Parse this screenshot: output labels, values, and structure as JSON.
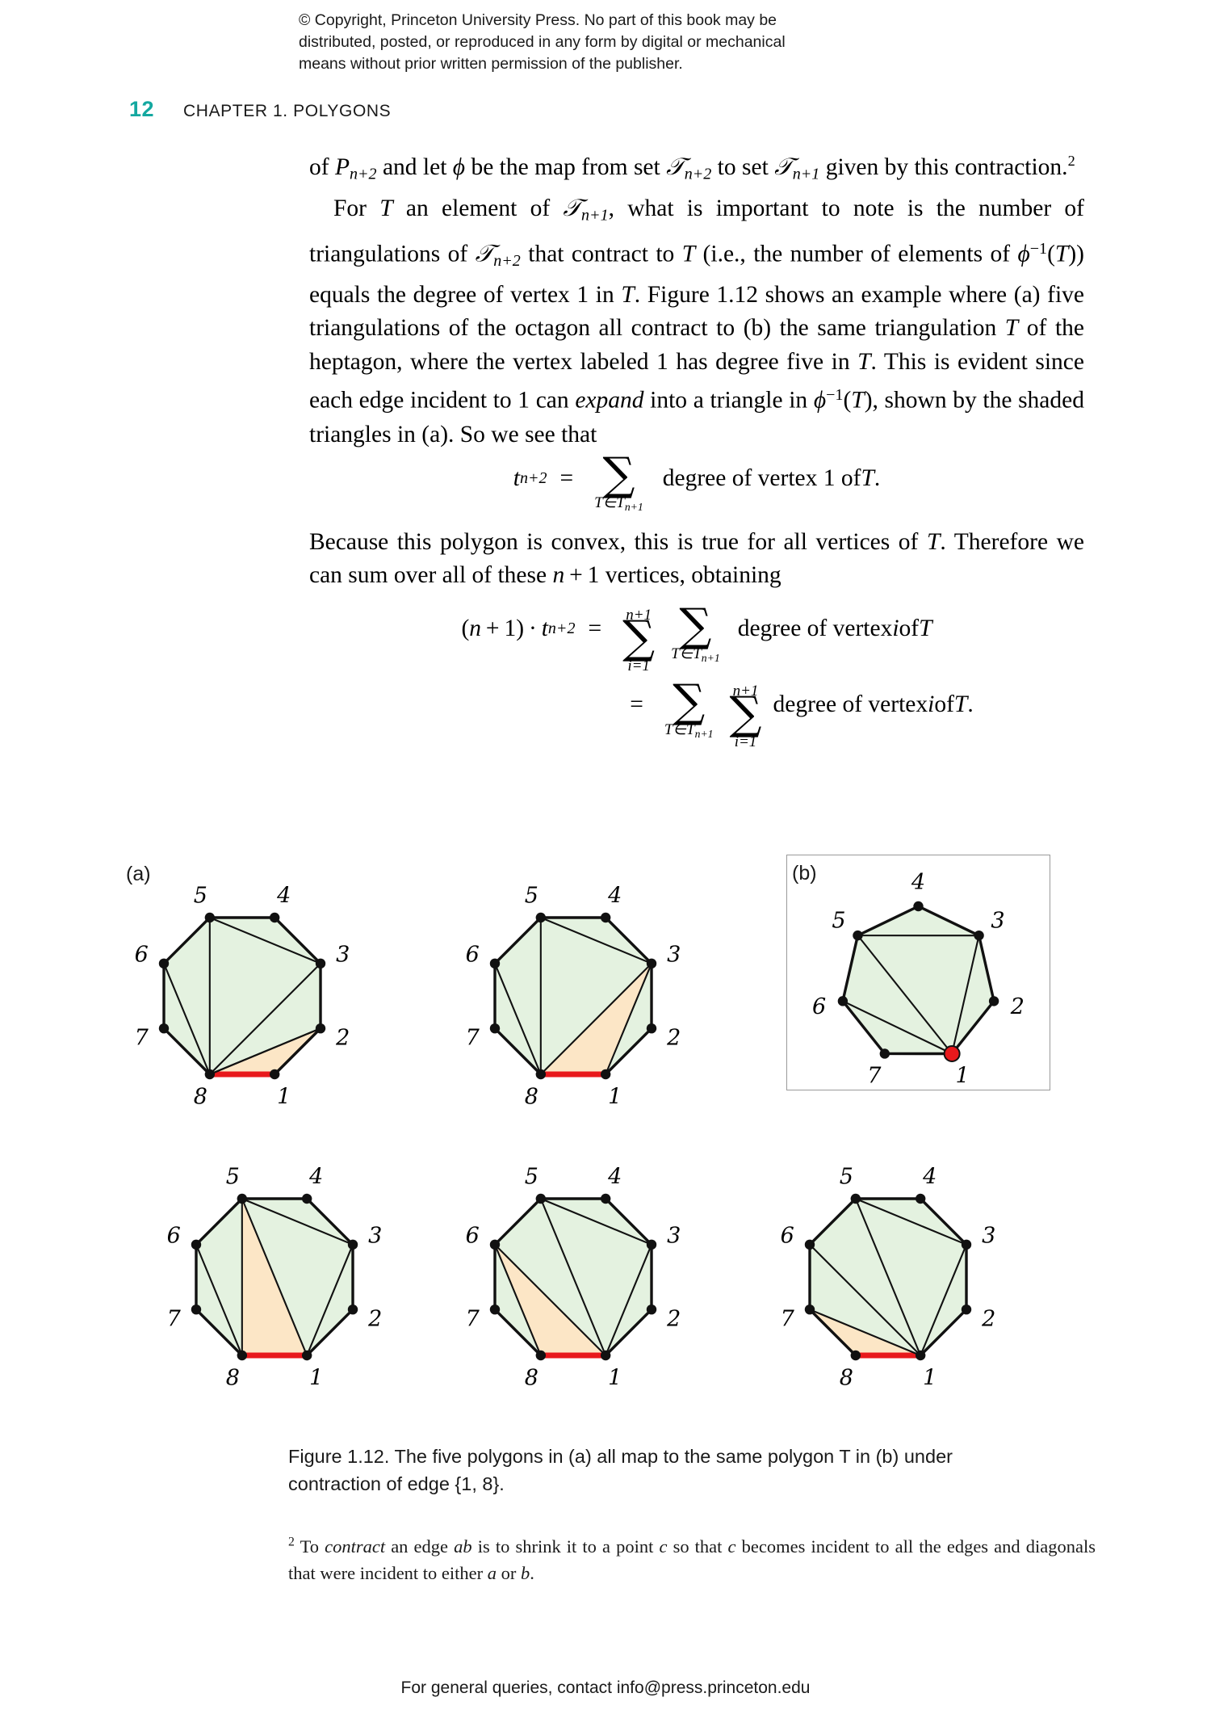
{
  "copyright": {
    "line1": "© Copyright, Princeton University Press. No part of this book may be",
    "line2": "distributed, posted, or reproduced in any form by digital or mechanical",
    "line3": "means without prior written permission of the publisher."
  },
  "header": {
    "folio": "12",
    "chapter_title": "CHAPTER 1. POLYGONS",
    "folio_color": "#14a8a0"
  },
  "body": {
    "para1_a": "of P",
    "para1_sub1": "n+2",
    "para1_b": " and let ϕ be the map from set ",
    "para1_cal1": "T",
    "para1_sub2": "n+2",
    "para1_c": " to set ",
    "para1_cal2": "T",
    "para1_sub3": "n+1",
    "para1_d": " given by this contraction.",
    "para1_fn": "2",
    "para2": "For T an element of Tn+1, what is important to note is the number of triangulations of Tn+2 that contract to T (i.e., the number of elements of ϕ−1(T)) equals the degree of vertex 1 in T. Figure 1.12 shows an example where (a) five triangulations of the octagon all contract to (b) the same triangulation T of the heptagon, where the vertex labeled 1 has degree five in T. This is evident since each edge incident to 1 can expand into a triangle in ϕ−1(T), shown by the shaded triangles in (a). So we see that",
    "para3": "Because this polygon is convex, this is true for all vertices of T. Therefore we can sum over all of these n + 1 vertices, obtaining"
  },
  "equations": {
    "eq1": {
      "lhs": "t",
      "lhs_sub": "n+2",
      "rel": "=",
      "sum_lower": "T∈T",
      "sum_lower_sub": "n+1",
      "rhs": "degree of vertex 1 of T."
    },
    "eq2": {
      "lhs": "(n + 1) · t",
      "lhs_sub": "n+2",
      "rel": "=",
      "sum1_upper": "n+1",
      "sum1_lower": "i=1",
      "sum2_lower": "T∈T",
      "sum2_lower_sub": "n+1",
      "rhs": "degree of vertex i of T"
    },
    "eq3": {
      "rel": "=",
      "sum1_lower": "T∈T",
      "sum1_lower_sub": "n+1",
      "sum2_upper": "n+1",
      "sum2_lower": "i=1",
      "rhs": "degree of vertex i of T."
    }
  },
  "figure": {
    "caption_line1": "Figure 1.12.  The five polygons in (a) all map to the same polygon T in (b) under",
    "caption_line2": "contraction of edge {1, 8}.",
    "panel_a_label": "(a)",
    "panel_b_label": "(b)",
    "colors": {
      "green_fill": "#e4f2e0",
      "orange_fill": "#fce6c6",
      "edge": "#111111",
      "red_edge": "#e8191c",
      "red_vertex": "#e8191c",
      "panel_border": "#9a9a9a"
    },
    "octagon_labels": [
      "1",
      "2",
      "3",
      "4",
      "5",
      "6",
      "7",
      "8"
    ],
    "heptagon_labels": [
      "1",
      "2",
      "3",
      "4",
      "5",
      "6",
      "7"
    ],
    "contracted_edge": "{1, 8}",
    "octagons": [
      {
        "id": "octagon-1",
        "shaded_triangle": [
          8,
          1,
          2
        ],
        "diagonals": [
          [
            8,
            2
          ],
          [
            8,
            3
          ],
          [
            8,
            5
          ],
          [
            5,
            3
          ],
          [
            6,
            8
          ],
          [
            2,
            8
          ]
        ],
        "triangles": [
          [
            8,
            1,
            2
          ],
          [
            8,
            2,
            3
          ],
          [
            8,
            3,
            5
          ],
          [
            3,
            4,
            5
          ],
          [
            5,
            6,
            8
          ],
          [
            6,
            7,
            8
          ]
        ]
      },
      {
        "id": "octagon-2",
        "shaded_triangle": [
          8,
          1,
          3
        ],
        "diagonals": [
          [
            8,
            3
          ],
          [
            1,
            3
          ],
          [
            8,
            5
          ],
          [
            5,
            3
          ],
          [
            6,
            8
          ]
        ],
        "triangles": [
          [
            8,
            1,
            3
          ],
          [
            1,
            2,
            3
          ],
          [
            8,
            3,
            5
          ],
          [
            3,
            4,
            5
          ],
          [
            5,
            6,
            8
          ],
          [
            6,
            7,
            8
          ]
        ]
      },
      {
        "id": "octagon-3",
        "shaded_triangle": [
          8,
          1,
          5
        ],
        "diagonals": [
          [
            8,
            5
          ],
          [
            1,
            5
          ],
          [
            1,
            3
          ],
          [
            3,
            5
          ],
          [
            6,
            8
          ]
        ],
        "triangles": [
          [
            8,
            1,
            5
          ],
          [
            1,
            3,
            5
          ],
          [
            1,
            2,
            3
          ],
          [
            3,
            4,
            5
          ],
          [
            5,
            6,
            8
          ],
          [
            6,
            7,
            8
          ]
        ]
      },
      {
        "id": "octagon-4",
        "shaded_triangle": [
          8,
          1,
          6
        ],
        "diagonals": [
          [
            8,
            6
          ],
          [
            1,
            6
          ],
          [
            1,
            5
          ],
          [
            1,
            3
          ],
          [
            3,
            5
          ]
        ],
        "triangles": [
          [
            8,
            1,
            6
          ],
          [
            1,
            5,
            6
          ],
          [
            1,
            3,
            5
          ],
          [
            1,
            2,
            3
          ],
          [
            3,
            4,
            5
          ],
          [
            6,
            7,
            8
          ]
        ]
      },
      {
        "id": "octagon-5",
        "shaded_triangle": [
          8,
          1,
          7
        ],
        "diagonals": [
          [
            1,
            7
          ],
          [
            1,
            6
          ],
          [
            1,
            5
          ],
          [
            1,
            3
          ],
          [
            3,
            5
          ]
        ],
        "triangles": [
          [
            8,
            1,
            7
          ],
          [
            1,
            6,
            7
          ],
          [
            1,
            5,
            6
          ],
          [
            1,
            3,
            5
          ],
          [
            1,
            2,
            3
          ],
          [
            3,
            4,
            5
          ]
        ]
      }
    ],
    "heptagon": {
      "id": "heptagon-b",
      "highlight_vertex": 1,
      "highlight_vertex_degree": 5,
      "diagonals": [
        [
          1,
          3
        ],
        [
          1,
          5
        ],
        [
          1,
          6
        ],
        [
          3,
          5
        ]
      ],
      "triangles": [
        [
          1,
          2,
          3
        ],
        [
          1,
          3,
          5
        ],
        [
          3,
          4,
          5
        ],
        [
          1,
          5,
          6
        ],
        [
          1,
          6,
          7
        ]
      ]
    }
  },
  "footnote": {
    "marker": "2",
    "part1": " To ",
    "italic1": "contract",
    "part2": " an edge ",
    "italic2": "ab",
    "part3": " is to shrink it to a point ",
    "italic3": "c",
    "part4": " so that ",
    "italic4": "c",
    "part5": " becomes incident to all the edges and diagonals that were incident to either ",
    "italic5": "a",
    "part6": " or ",
    "italic6": "b",
    "part7": "."
  },
  "footer": {
    "text": "For general queries, contact info@press.princeton.edu"
  }
}
